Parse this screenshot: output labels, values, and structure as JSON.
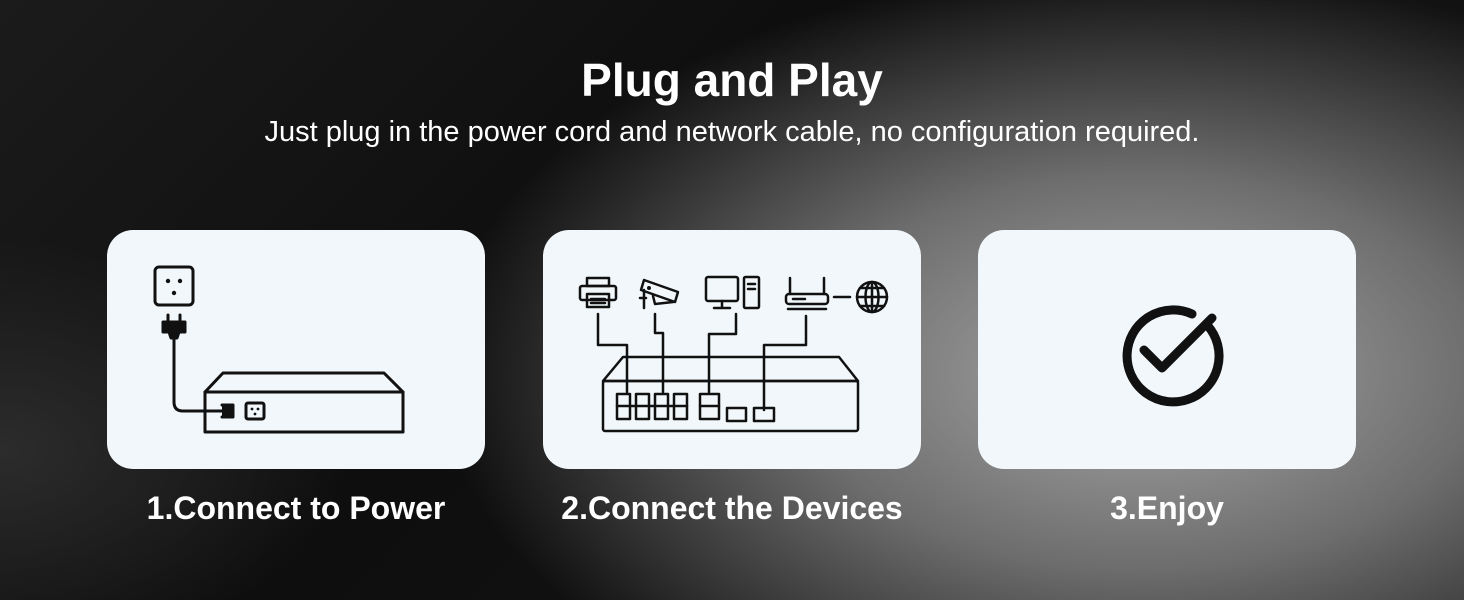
{
  "header": {
    "title": "Plug and Play",
    "subtitle": "Just plug in the power cord and network cable, no configuration required."
  },
  "steps": [
    {
      "label": "1.Connect to Power",
      "icons": [
        "power-outlet-icon",
        "power-plug-icon",
        "network-switch-icon"
      ]
    },
    {
      "label": "2.Connect the Devices",
      "icons": [
        "printer-icon",
        "security-camera-icon",
        "desktop-computer-icon",
        "router-icon",
        "globe-icon",
        "network-switch-icon"
      ]
    },
    {
      "label": "3.Enjoy",
      "icons": [
        "check-circle-icon"
      ]
    }
  ],
  "colors": {
    "card_background": "#f1f7fb",
    "icon_stroke": "#111111",
    "text": "#ffffff"
  }
}
